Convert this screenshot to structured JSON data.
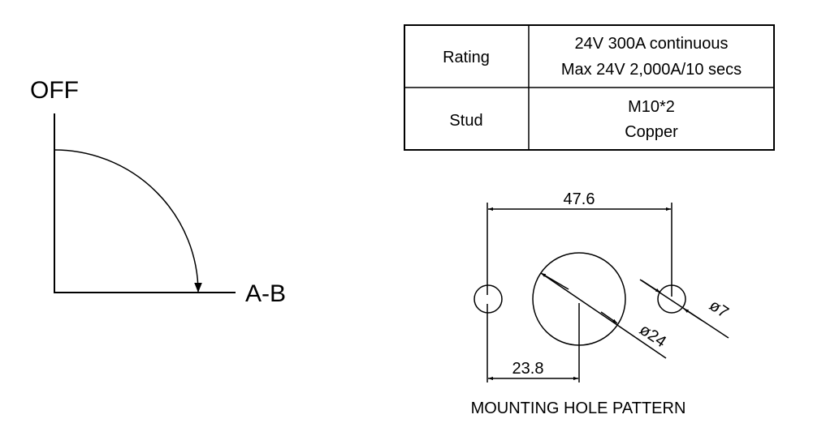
{
  "switch_diagram": {
    "start_label": "OFF",
    "end_label": "A-B"
  },
  "spec_table": {
    "rows": [
      {
        "label": "Rating",
        "lines": [
          "24V 300A continuous",
          "Max 24V 2,000A/10 secs"
        ]
      },
      {
        "label": "Stud",
        "lines": [
          "M10*2",
          "Copper"
        ]
      }
    ]
  },
  "mounting": {
    "title": "MOUNTING HOLE PATTERN",
    "overall_spacing": "47.6",
    "center_offset": "23.8",
    "center_hole_diameter": "ø24",
    "side_hole_diameter": "ø7"
  }
}
